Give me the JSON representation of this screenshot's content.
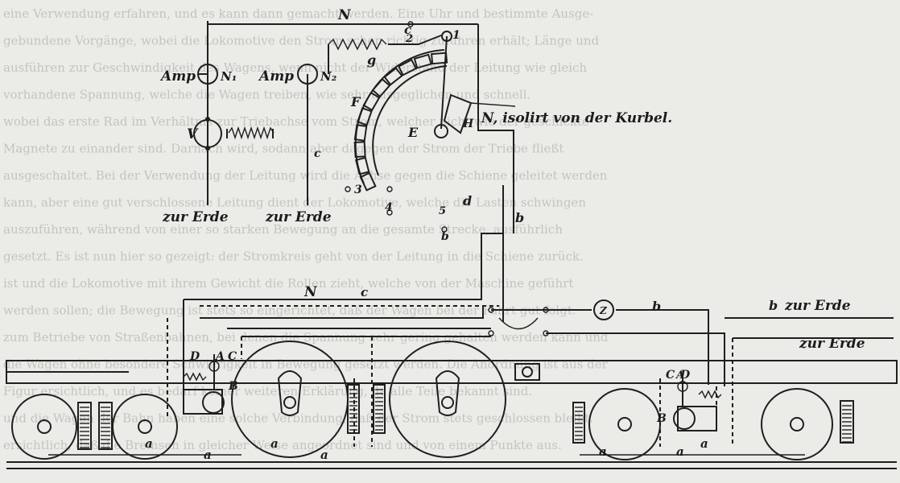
{
  "background_text_lines": [
    "eine Verwendung erfahren, und es kann dann gemacht werden. Eine Uhr und bestimmte Ausge-",
    "gebundene Vorgänge, wobei die Lokomotive den Strom schon richtig zuführen erhält; Länge und",
    "ausführen zur Geschwindigkeit des Wagens, wenn nicht der Widerstand der Leitung wie gleich",
    "vorhandene Spannung, welche die Wagen treiben, wie sehr ausgeglichen und schnell.",
    "wobei das erste Rad im Verhältnis zur Triebachse vom Strom, welcher nicht wie der geschickte",
    "Magnete zu einander sind. Darnach wird, sodann aber dagegen der Strom der Triebe fließt",
    "ausgeschaltet. Bei der Verwendung der Leitung wird die Achse gegen die Schiene geleitet werden",
    "kann, aber eine gut verschlossene Leitung dient der Lokomotive, welche die Lasten schwingen",
    "auszuführen, während von einer so starken Bewegung an die gesamte Strecke, ausführlich",
    "gesetzt. Es ist nun hier so gezeigt: der Stromkreis geht von der Leitung in die Schiene zurück.",
    "ist und die Lokomotive mit ihrem Gewicht die Rollen zieht, welche von der Maschine geführt",
    "werden sollen; die Bewegung ist stets so eingerichtet, daß der Wagen bei der Fahrt gut folgt.",
    "zum Betriebe von Straßenbahnen, bei denen die Spannung sehr gering gehalten werden kann und",
    "die Wagen ohne besondere Schwierigkeit in Bewegung gesetzt werden. Die Anordnung ist aus der",
    "Figur ersichtlich, und es bedarf keiner weiteren Erklärung, da alle Teile bekannt sind.",
    "und die Wagen der Bahn haben eine solche Verbindung, daß der Strom stets geschlossen bleibt.",
    "ersichtlich, daß die Bremsen in gleicher Weise angeordnet sind und von einem Punkte aus."
  ],
  "labels": {
    "amp1": "Amp",
    "n1": "N₁",
    "amp2": "Amp",
    "n2": "N₂",
    "v": "V",
    "isolirt": "N, isolirt von der Kurbel.",
    "erde1": "zur Erde",
    "erde2": "zur Erde",
    "erde3": "zur Erde",
    "erde4": "zur Erde",
    "N_top": "N",
    "N_mid": "N",
    "c_top": "c",
    "c_mid": "c",
    "c_left": "c",
    "g": "g",
    "F": "F",
    "E": "E",
    "H": "H",
    "d": "d",
    "b1": "b",
    "b2": "b",
    "b3": "b",
    "b4": "b",
    "n_1": "1",
    "n_2": "2",
    "n_3": "3",
    "n_4": "4",
    "n_5": "5",
    "Z": "Z",
    "D1": "D",
    "C1": "C",
    "B1": "B",
    "D2": "D",
    "C2": "C",
    "B2": "B",
    "A1": "A",
    "A2": "A",
    "a1": "a",
    "a2": "a",
    "a3": "a",
    "a4": "a",
    "a5": "a",
    "a6": "a",
    "a7": "a"
  }
}
